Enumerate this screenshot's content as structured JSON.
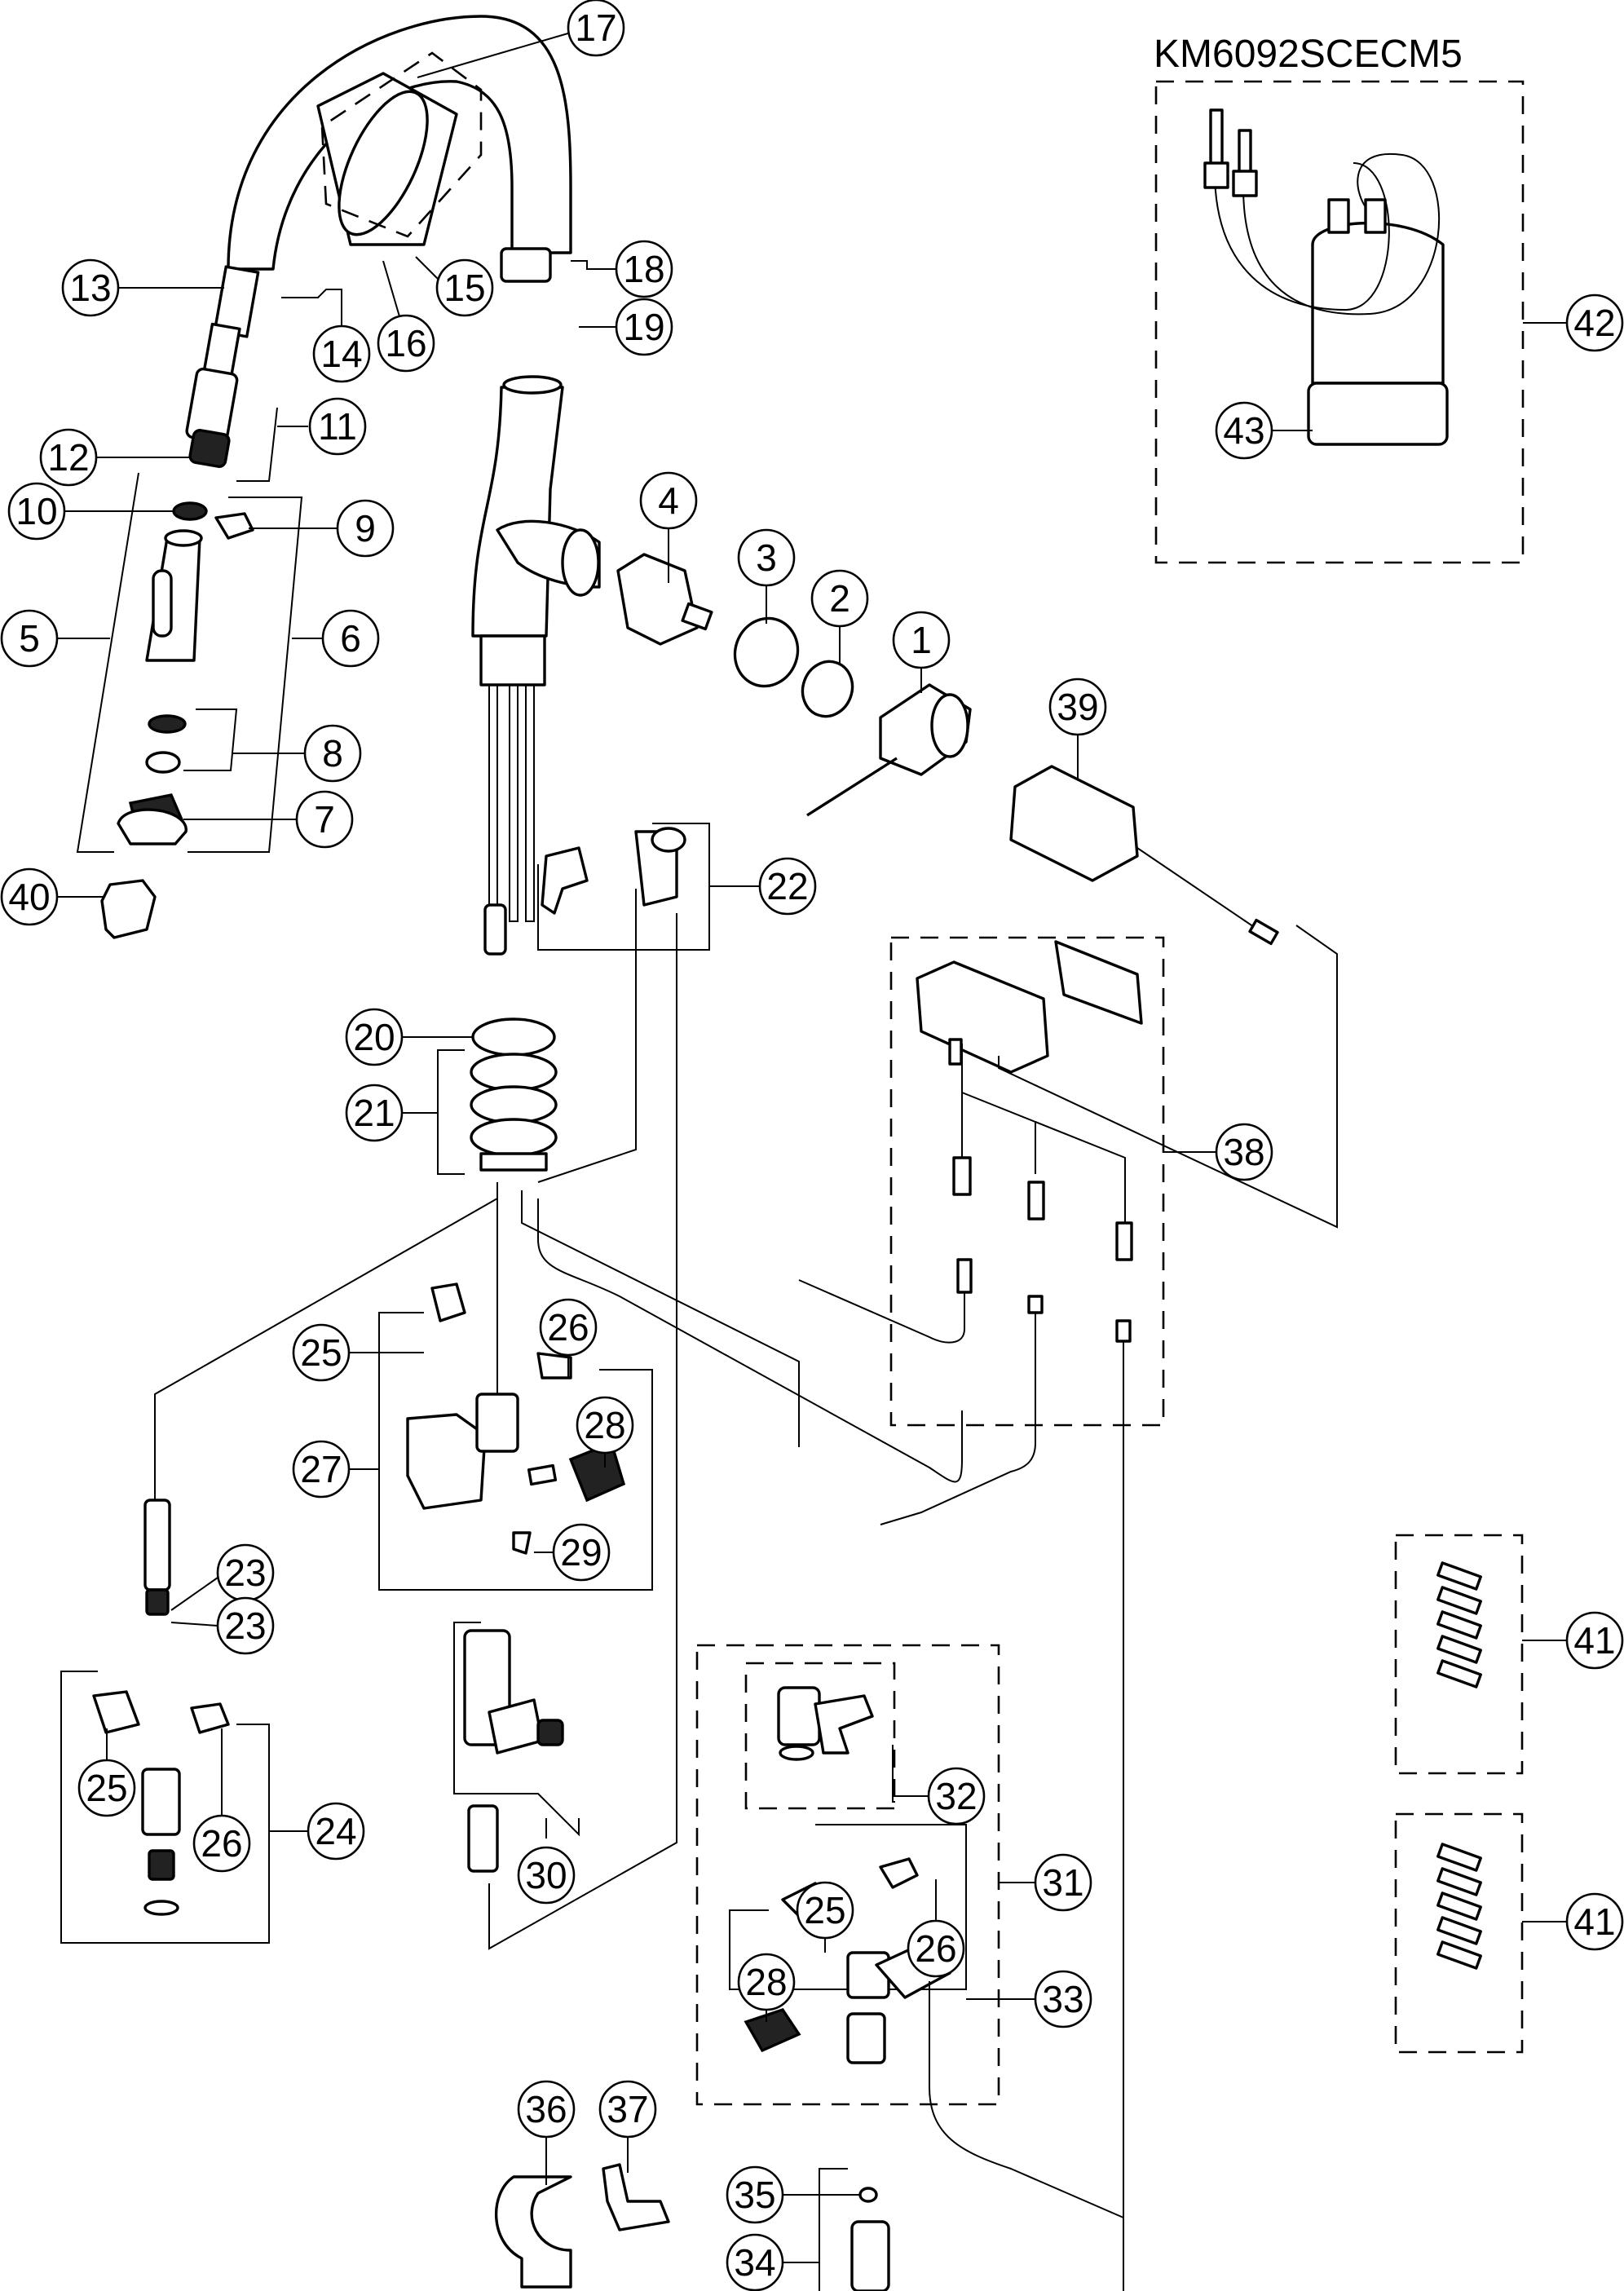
{
  "diagram": {
    "type": "exploded-parts-diagram",
    "subject": "Single-lever faucet with sensor control unit",
    "kit_title": "KM6092SCECM5",
    "parts": [
      {
        "id": "1",
        "label": "1"
      },
      {
        "id": "2",
        "label": "2"
      },
      {
        "id": "3",
        "label": "3"
      },
      {
        "id": "4",
        "label": "4"
      },
      {
        "id": "5",
        "label": "5"
      },
      {
        "id": "6",
        "label": "6"
      },
      {
        "id": "7",
        "label": "7"
      },
      {
        "id": "8",
        "label": "8"
      },
      {
        "id": "9",
        "label": "9"
      },
      {
        "id": "10",
        "label": "10"
      },
      {
        "id": "11",
        "label": "11"
      },
      {
        "id": "12",
        "label": "12"
      },
      {
        "id": "13",
        "label": "13"
      },
      {
        "id": "14",
        "label": "14"
      },
      {
        "id": "15",
        "label": "15"
      },
      {
        "id": "16",
        "label": "16"
      },
      {
        "id": "17",
        "label": "17"
      },
      {
        "id": "18",
        "label": "18"
      },
      {
        "id": "19",
        "label": "19"
      },
      {
        "id": "20",
        "label": "20"
      },
      {
        "id": "21",
        "label": "21"
      },
      {
        "id": "22",
        "label": "22"
      },
      {
        "id": "23a",
        "label": "23"
      },
      {
        "id": "23b",
        "label": "23"
      },
      {
        "id": "24",
        "label": "24"
      },
      {
        "id": "25a",
        "label": "25"
      },
      {
        "id": "25b",
        "label": "25"
      },
      {
        "id": "25c",
        "label": "25"
      },
      {
        "id": "26a",
        "label": "26"
      },
      {
        "id": "26b",
        "label": "26"
      },
      {
        "id": "26c",
        "label": "26"
      },
      {
        "id": "27",
        "label": "27"
      },
      {
        "id": "28a",
        "label": "28"
      },
      {
        "id": "28c",
        "label": "28"
      },
      {
        "id": "29",
        "label": "29"
      },
      {
        "id": "30",
        "label": "30"
      },
      {
        "id": "31",
        "label": "31"
      },
      {
        "id": "32",
        "label": "32"
      },
      {
        "id": "33",
        "label": "33"
      },
      {
        "id": "34",
        "label": "34"
      },
      {
        "id": "35",
        "label": "35"
      },
      {
        "id": "36",
        "label": "36"
      },
      {
        "id": "37",
        "label": "37"
      },
      {
        "id": "38",
        "label": "38"
      },
      {
        "id": "39",
        "label": "39"
      },
      {
        "id": "40",
        "label": "40"
      },
      {
        "id": "41a",
        "label": "41"
      },
      {
        "id": "41b",
        "label": "41"
      },
      {
        "id": "42",
        "label": "42"
      },
      {
        "id": "43",
        "label": "43"
      }
    ]
  }
}
